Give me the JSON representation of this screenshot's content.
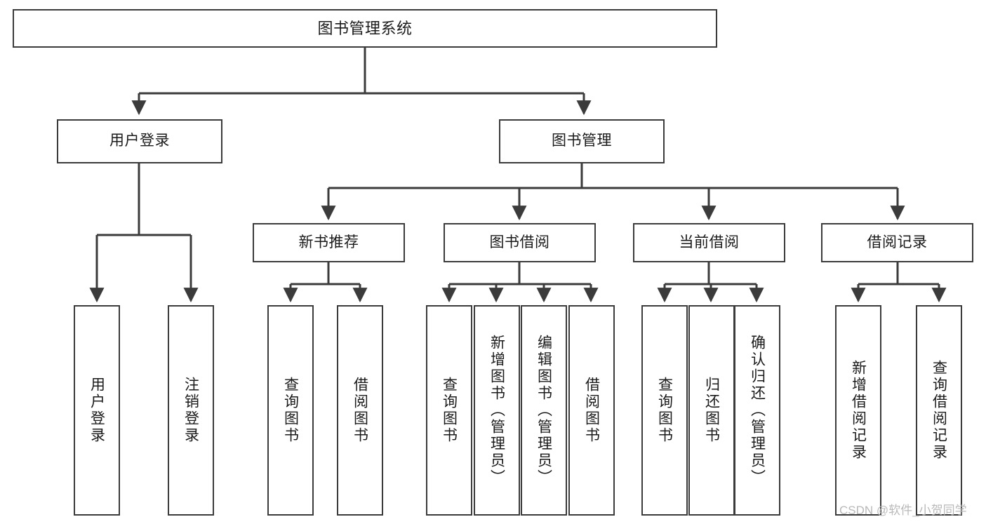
{
  "diagram": {
    "type": "tree",
    "title": "图书管理系统",
    "watermark": "CSDN @软件_小贺同学",
    "colors": {
      "background": "#ffffff",
      "node_border": "#3b3b3b",
      "node_fill": "#ffffff",
      "connector": "#3b3b3b",
      "text": "#1a1a1a",
      "watermark": "#b9b9b9"
    },
    "root": {
      "label": "图书管理系统"
    },
    "level2": [
      {
        "label": "用户登录"
      },
      {
        "label": "图书管理"
      }
    ],
    "level3": [
      {
        "label": "新书推荐"
      },
      {
        "label": "图书借阅"
      },
      {
        "label": "当前借阅"
      },
      {
        "label": "借阅记录"
      }
    ],
    "leaves": {
      "user_login": [
        {
          "label": "用户登录"
        },
        {
          "label": "注销登录"
        }
      ],
      "new_book_recommend": [
        {
          "label": "查询图书"
        },
        {
          "label": "借阅图书"
        }
      ],
      "book_borrow": [
        {
          "label": "查询图书"
        },
        {
          "label": "新增图书（管理员）"
        },
        {
          "label": "编辑图书（管理员）"
        },
        {
          "label": "借阅图书"
        }
      ],
      "current_borrow": [
        {
          "label": "查询图书"
        },
        {
          "label": "归还图书"
        },
        {
          "label": "确认归还（管理员）"
        }
      ],
      "borrow_record": [
        {
          "label": "新增借阅记录"
        },
        {
          "label": "查询借阅记录"
        }
      ]
    }
  }
}
